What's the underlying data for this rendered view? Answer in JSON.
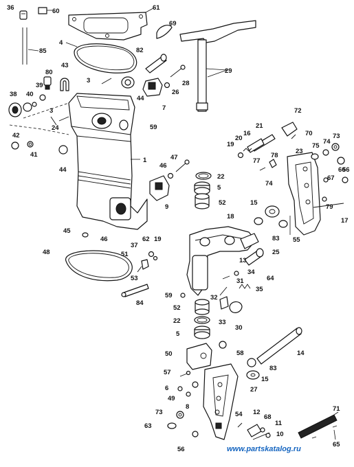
{
  "callouts": [
    "60",
    "36",
    "61",
    "69",
    "4",
    "85",
    "82",
    "29",
    "80",
    "43",
    "3",
    "28",
    "39",
    "40",
    "38",
    "44",
    "26",
    "7",
    "3",
    "24",
    "59",
    "72",
    "21",
    "16",
    "70",
    "20",
    "19",
    "73",
    "74",
    "75",
    "23",
    "66",
    "42",
    "41",
    "44",
    "1",
    "47",
    "46",
    "78",
    "77",
    "74",
    "22",
    "5",
    "52",
    "67",
    "79",
    "56",
    "9",
    "15",
    "18",
    "17",
    "55",
    "45",
    "46",
    "83",
    "25",
    "48",
    "62",
    "19",
    "37",
    "51",
    "13",
    "34",
    "64",
    "53",
    "31",
    "35",
    "59",
    "32",
    "84",
    "52",
    "22",
    "33",
    "30",
    "5",
    "58",
    "14",
    "50",
    "83",
    "15",
    "57",
    "27",
    "6",
    "49",
    "8",
    "73",
    "54",
    "12",
    "68",
    "11",
    "10",
    "71",
    "63",
    "56",
    "65"
  ],
  "watermark": "www.partskatalog.ru"
}
